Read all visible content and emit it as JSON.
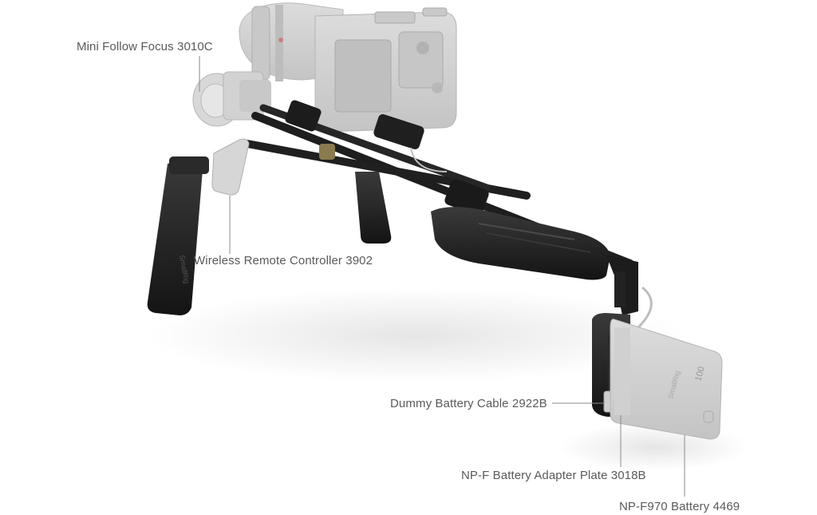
{
  "callouts": {
    "follow_focus": "Mini Follow Focus 3010C",
    "remote_controller": "Wireless Remote Controller 3902",
    "dummy_cable": "Dummy Battery Cable 2922B",
    "adapter_plate": "NP-F Battery Adapter Plate 3018B",
    "battery": "NP-F970 Battery 4469"
  },
  "product_marks": {
    "brand_handle": "SmallRig",
    "battery_brand": "SmallRig",
    "battery_capacity": "100"
  },
  "colors": {
    "rig_black": "#1c1c1c",
    "accessory_ghost": "#cdcdcd",
    "leader_line": "#8a8a8a",
    "label_text": "#5a5a5a"
  }
}
